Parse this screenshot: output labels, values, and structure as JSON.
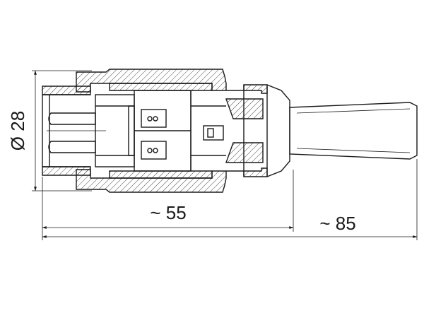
{
  "drawing": {
    "diameter_label": "Ø 28",
    "length_short_label": "~ 55",
    "length_long_label": "~ 85"
  }
}
